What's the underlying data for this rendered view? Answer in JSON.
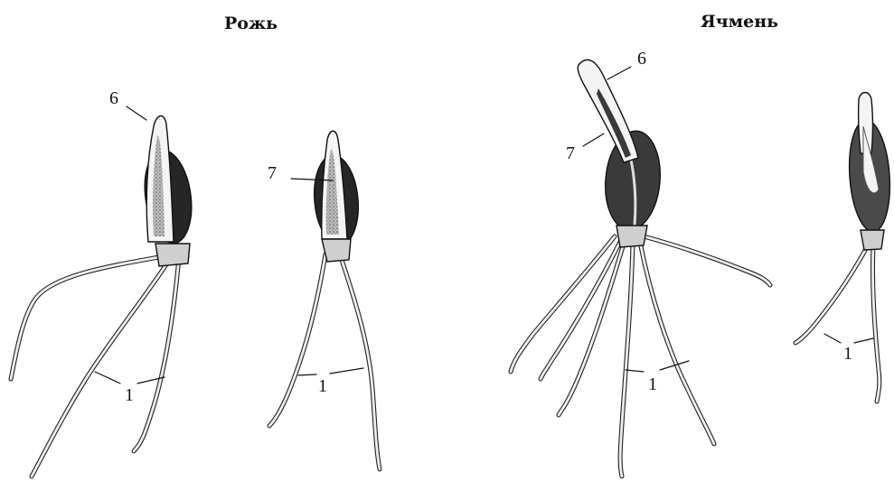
{
  "titles": {
    "rye": "Рожь",
    "barley": "Ячмень"
  },
  "labels": {
    "rye_coleoptile": "6",
    "rye_leaf": "7",
    "rye_roots_a": "1",
    "rye_roots_b": "1",
    "barley_coleoptile": "6",
    "barley_leaf": "7",
    "barley_roots_a": "1",
    "barley_roots_b": "1"
  },
  "colors": {
    "ink": "#111111",
    "seed": "#2a2a2a",
    "sprout_fill": "#f4f4f4"
  }
}
